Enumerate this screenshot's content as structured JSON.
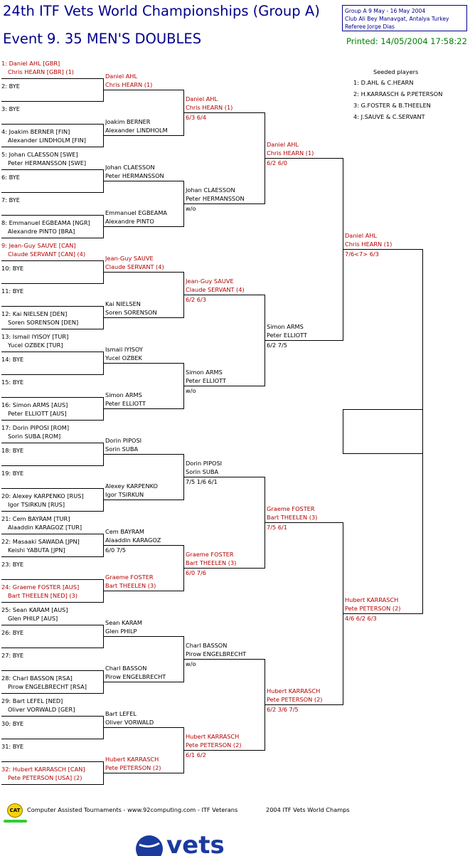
{
  "header": {
    "title": "24th ITF Vets World Championships (Group A)",
    "event": "Event 9. 35 MEN'S DOUBLES",
    "info_line1": "Group A   9 May - 16 May 2004",
    "info_line2": "Club Ali Bey Manavgat, Antalya   Turkey",
    "info_line3": "Referee Jorge Dias",
    "printed": "Printed: 14/05/2004 17:58:22"
  },
  "seeds": {
    "title": "Seeded players",
    "list": [
      "1: D.AHL & C.HEARN",
      "2: H.KARRASCH & P.PETERSON",
      "3: G.FOSTER & B.THEELEN",
      "4: J.SAUVE & C.SERVANT"
    ]
  },
  "draw": [
    {
      "p1": "1: Daniel AHL [GBR]",
      "p2": "Chris HEARN [GBR] (1)",
      "seeded": true
    },
    {
      "p1": "2: BYE",
      "p2": "",
      "seeded": false
    },
    {
      "p1": "3: BYE",
      "p2": "",
      "seeded": false
    },
    {
      "p1": "4: Joakim BERNER [FIN]",
      "p2": "Alexander LINDHOLM [FIN]",
      "seeded": false
    },
    {
      "p1": "5: Johan CLAESSON [SWE]",
      "p2": "Peter HERMANSSON [SWE]",
      "seeded": false
    },
    {
      "p1": "6: BYE",
      "p2": "",
      "seeded": false
    },
    {
      "p1": "7: BYE",
      "p2": "",
      "seeded": false
    },
    {
      "p1": "8: Emmanuel EGBEAMA [NGR]",
      "p2": "Alexandre PINTO [BRA]",
      "seeded": false
    },
    {
      "p1": "9: Jean-Guy SAUVE [CAN]",
      "p2": "Claude SERVANT [CAN] (4)",
      "seeded": true
    },
    {
      "p1": "10: BYE",
      "p2": "",
      "seeded": false
    },
    {
      "p1": "11: BYE",
      "p2": "",
      "seeded": false
    },
    {
      "p1": "12: Kai NIELSEN [DEN]",
      "p2": "Soren SORENSON [DEN]",
      "seeded": false
    },
    {
      "p1": "13: Ismail IYISOY [TUR]",
      "p2": "Yucel OZBEK [TUR]",
      "seeded": false
    },
    {
      "p1": "14: BYE",
      "p2": "",
      "seeded": false
    },
    {
      "p1": "15: BYE",
      "p2": "",
      "seeded": false
    },
    {
      "p1": "16: Simon ARMS [AUS]",
      "p2": "Peter ELLIOTT [AUS]",
      "seeded": false
    },
    {
      "p1": "17: Dorin PIPOSI [ROM]",
      "p2": "Sorin SUBA [ROM]",
      "seeded": false
    },
    {
      "p1": "18: BYE",
      "p2": "",
      "seeded": false
    },
    {
      "p1": "19: BYE",
      "p2": "",
      "seeded": false
    },
    {
      "p1": "20: Alexey KARPENKO [RUS]",
      "p2": "Igor TSIRKUN [RUS]",
      "seeded": false
    },
    {
      "p1": "21: Cem BAYRAM [TUR]",
      "p2": "Alaaddin KARAGOZ [TUR]",
      "seeded": false
    },
    {
      "p1": "22: Masaaki SAWADA [JPN]",
      "p2": "Keishi YABUTA [JPN]",
      "seeded": false
    },
    {
      "p1": "23: BYE",
      "p2": "",
      "seeded": false
    },
    {
      "p1": "24: Graeme FOSTER [AUS]",
      "p2": "Bart THEELEN [NED] (3)",
      "seeded": true
    },
    {
      "p1": "25: Sean KARAM [AUS]",
      "p2": "Glen PHILP [AUS]",
      "seeded": false
    },
    {
      "p1": "26: BYE",
      "p2": "",
      "seeded": false
    },
    {
      "p1": "27: BYE",
      "p2": "",
      "seeded": false
    },
    {
      "p1": "28: Charl BASSON [RSA]",
      "p2": "Pirow ENGELBRECHT [RSA]",
      "seeded": false
    },
    {
      "p1": "29: Bart LEFEL [NED]",
      "p2": "Oliver VORWALD [GER]",
      "seeded": false
    },
    {
      "p1": "30: BYE",
      "p2": "",
      "seeded": false
    },
    {
      "p1": "31: BYE",
      "p2": "",
      "seeded": false
    },
    {
      "p1": "32: Hubert KARRASCH [CAN]",
      "p2": "Pete PETERSON [USA] (2)",
      "seeded": true
    }
  ],
  "round2": [
    {
      "p1": "Daniel AHL",
      "p2": "Chris HEARN (1)",
      "score": "",
      "seeded": true
    },
    {
      "p1": "Joakim BERNER",
      "p2": "Alexander LINDHOLM",
      "score": "",
      "seeded": false
    },
    {
      "p1": "Johan CLAESSON",
      "p2": "Peter HERMANSSON",
      "score": "",
      "seeded": false
    },
    {
      "p1": "Emmanuel EGBEAMA",
      "p2": "Alexandre PINTO",
      "score": "",
      "seeded": false
    },
    {
      "p1": "Jean-Guy SAUVE",
      "p2": "Claude SERVANT (4)",
      "score": "",
      "seeded": true
    },
    {
      "p1": "Kai NIELSEN",
      "p2": "Soren SORENSON",
      "score": "",
      "seeded": false
    },
    {
      "p1": "Ismail IYISOY",
      "p2": "Yucel OZBEK",
      "score": "",
      "seeded": false
    },
    {
      "p1": "Simon ARMS",
      "p2": "Peter ELLIOTT",
      "score": "",
      "seeded": false
    },
    {
      "p1": "Dorin PIPOSI",
      "p2": "Sorin SUBA",
      "score": "",
      "seeded": false
    },
    {
      "p1": "Alexey KARPENKO",
      "p2": "Igor TSIRKUN",
      "score": "",
      "seeded": false
    },
    {
      "p1": "Cem BAYRAM",
      "p2": "Alaaddin KARAGOZ",
      "score": "6/0 7/5",
      "seeded": false
    },
    {
      "p1": "Graeme FOSTER",
      "p2": "Bart THEELEN (3)",
      "score": "",
      "seeded": true
    },
    {
      "p1": "Sean KARAM",
      "p2": "Glen PHILP",
      "score": "",
      "seeded": false
    },
    {
      "p1": "Charl BASSON",
      "p2": "Pirow ENGELBRECHT",
      "score": "",
      "seeded": false
    },
    {
      "p1": "Bart LEFEL",
      "p2": "Oliver VORWALD",
      "score": "",
      "seeded": false
    },
    {
      "p1": "Hubert KARRASCH",
      "p2": "Pete PETERSON (2)",
      "score": "",
      "seeded": true
    }
  ],
  "round3": [
    {
      "p1": "Daniel AHL",
      "p2": "Chris HEARN (1)",
      "score": "6/3 6/4",
      "seeded": true
    },
    {
      "p1": "Johan CLAESSON",
      "p2": "Peter HERMANSSON",
      "score": "w/o",
      "seeded": false
    },
    {
      "p1": "Jean-Guy SAUVE",
      "p2": "Claude SERVANT (4)",
      "score": "6/2 6/3",
      "seeded": true
    },
    {
      "p1": "Simon ARMS",
      "p2": "Peter ELLIOTT",
      "score": "w/o",
      "seeded": false
    },
    {
      "p1": "Dorin PIPOSI",
      "p2": "Sorin SUBA",
      "score": "7/5 1/6 6/1",
      "seeded": false
    },
    {
      "p1": "Graeme FOSTER",
      "p2": "Bart THEELEN (3)",
      "score": "6/0 7/6",
      "seeded": true
    },
    {
      "p1": "Charl BASSON",
      "p2": "Pirow ENGELBRECHT",
      "score": "w/o",
      "seeded": false
    },
    {
      "p1": "Hubert KARRASCH",
      "p2": "Pete PETERSON (2)",
      "score": "6/1 6/2",
      "seeded": true
    }
  ],
  "round4": [
    {
      "p1": "Daniel AHL",
      "p2": "Chris HEARN (1)",
      "score": "6/2 6/0",
      "seeded": true
    },
    {
      "p1": "Simon ARMS",
      "p2": "Peter ELLIOTT",
      "score": "6/2 7/5",
      "seeded": false
    },
    {
      "p1": "Graeme FOSTER",
      "p2": "Bart THEELEN (3)",
      "score": "7/5 6/1",
      "seeded": true
    },
    {
      "p1": "Hubert KARRASCH",
      "p2": "Pete PETERSON (2)",
      "score": "6/2 3/6 7/5",
      "seeded": true
    }
  ],
  "round5": [
    {
      "p1": "Daniel AHL",
      "p2": "Chris HEARN (1)",
      "score": "7/6<7> 6/3",
      "seeded": true
    },
    {
      "p1": "Hubert KARRASCH",
      "p2": "Pete PETERSON (2)",
      "score": "4/6 6/2 6/3",
      "seeded": true
    }
  ],
  "footer": {
    "cat_logo": "CAT",
    "credit": "Computer Assisted Tournaments - www.92computing.com -  ITF Veterans",
    "event": "2004 ITF Vets World Champs",
    "vets_logo": "vets"
  },
  "colors": {
    "title": "#00008b",
    "seeded": "#b30000",
    "printed": "#008000"
  }
}
